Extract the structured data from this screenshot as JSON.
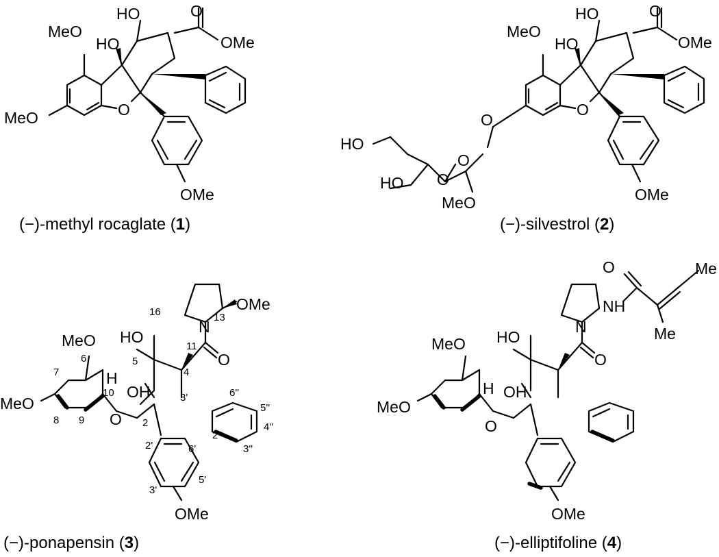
{
  "structures": [
    {
      "id": "compound-1",
      "caption": {
        "prefix": "(−)-methyl rocaglate (",
        "number": "1",
        "suffix": ")"
      },
      "atom_labels": {
        "meo_top": "MeO",
        "meo_left": "MeO",
        "ho_top": "HO",
        "ho_ring": "HO",
        "ester_o": "O",
        "ester_ome": "OMe",
        "ring_o": "O",
        "ome_bottom": "OMe"
      }
    },
    {
      "id": "compound-2",
      "caption": {
        "prefix": "(−)-silvestrol (",
        "number": "2",
        "suffix": ")"
      },
      "atom_labels": {
        "meo_top": "MeO",
        "ho_top": "HO",
        "ho_ring": "HO",
        "ester_o": "O",
        "ester_ome": "OMe",
        "ring_o": "O",
        "ome_bottom": "OMe",
        "link_o": "O",
        "sugar_ho_1": "HO",
        "sugar_ho_2": "HO",
        "sugar_o_1": "O",
        "sugar_o_2": "O",
        "sugar_meo": "MeO"
      }
    },
    {
      "id": "compound-3",
      "caption": {
        "prefix": "(−)-ponapensin (",
        "number": "3",
        "suffix": ")"
      },
      "atom_labels": {
        "meo_top": "MeO",
        "meo_left": "MeO",
        "ho": "HO",
        "h": "H",
        "oh": "OH",
        "ring_o": "O",
        "n": "N",
        "ome_pyr": "OMe",
        "amide_o": "O",
        "ome_bottom": "OMe"
      },
      "locants": [
        "16",
        "13",
        "11",
        "6",
        "5",
        "4",
        "7",
        "10",
        "3'",
        "6''",
        "5''",
        "8",
        "9",
        "2",
        "4''",
        "2''",
        "3''",
        "6'",
        "2'",
        "5'",
        "3'"
      ]
    },
    {
      "id": "compound-4",
      "caption": {
        "prefix": "(−)-elliptifoline (",
        "number": "4",
        "suffix": ")"
      },
      "atom_labels": {
        "o_top": "O",
        "me_top": "Me",
        "nh": "NH",
        "me_side": "Me",
        "n": "N",
        "ho": "HO",
        "meo_top": "MeO",
        "amide_o": "O",
        "h": "H",
        "oh": "OH",
        "meo_left": "MeO",
        "ring_o": "O",
        "ome_bottom": "OMe"
      }
    }
  ]
}
